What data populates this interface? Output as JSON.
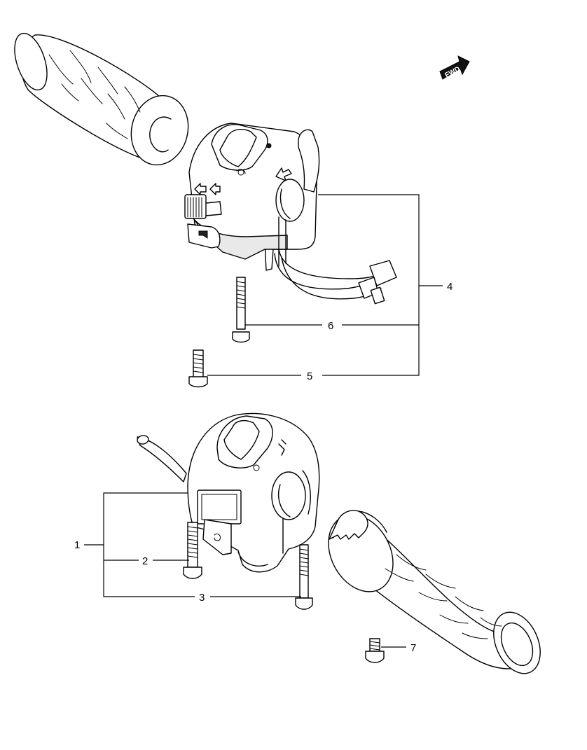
{
  "diagram": {
    "fwd_label": "FWD",
    "callouts": [
      {
        "id": "1",
        "label": "1"
      },
      {
        "id": "2",
        "label": "2"
      },
      {
        "id": "3",
        "label": "3"
      },
      {
        "id": "4",
        "label": "4"
      },
      {
        "id": "5",
        "label": "5"
      },
      {
        "id": "6",
        "label": "6"
      },
      {
        "id": "7",
        "label": "7"
      }
    ]
  }
}
